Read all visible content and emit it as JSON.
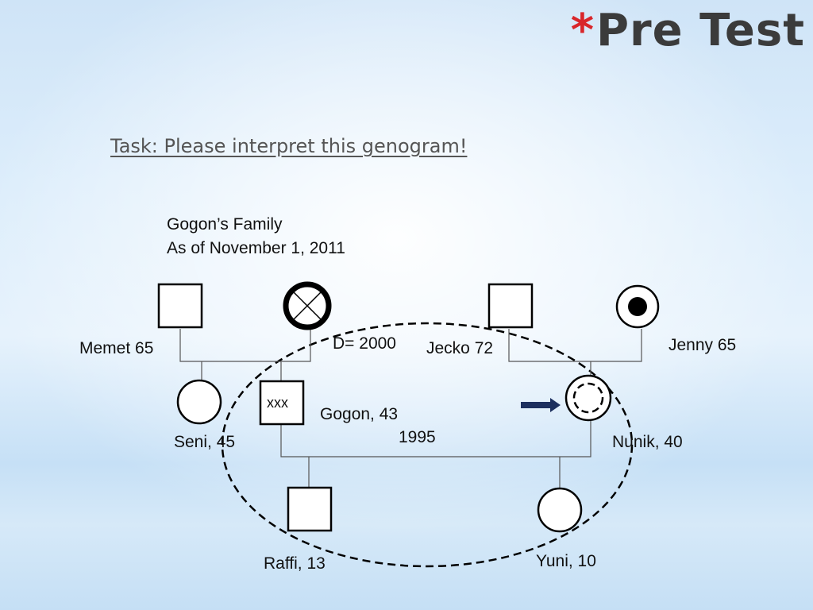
{
  "slide": {
    "title": "Pre Test",
    "title_marker": "*",
    "task": "Task: Please interpret this genogram!"
  },
  "genogram": {
    "header_line1": "Gogon’s Family",
    "header_line2": "As of November 1, 2011",
    "members": {
      "memet": "Memet 65",
      "jecko": "Jecko 72",
      "jenny": "Jenny 65",
      "seni": "Seni, 45",
      "gogon": "Gogon, 43",
      "nunik": "Nunik, 40",
      "raffi": "Raffi, 13",
      "yuni": "Yuni, 10"
    },
    "gogon_box_text": "xxx",
    "death_note": "D= 2000",
    "marriage_year": "1995"
  },
  "colors": {
    "title_marker": "#d9262a",
    "title_text": "#3b3b3b",
    "arrow": "#1c2f5e"
  }
}
